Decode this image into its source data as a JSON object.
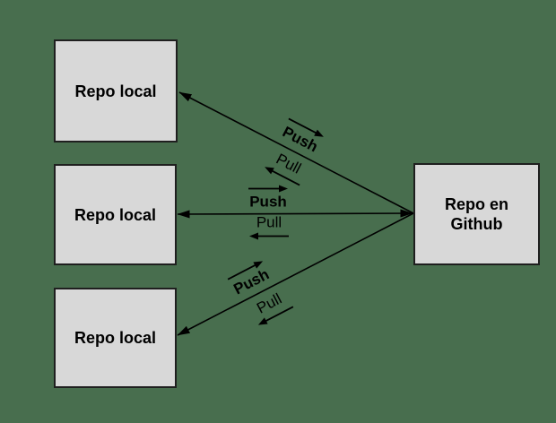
{
  "nodes": {
    "local_top": "Repo local",
    "local_middle": "Repo local",
    "local_bottom": "Repo local",
    "github": "Repo en Github"
  },
  "edge_labels": {
    "top_push": "Push",
    "top_pull": "Pull",
    "middle_push": "Push",
    "middle_pull": "Pull",
    "bottom_push": "Push",
    "bottom_pull": "Pull"
  },
  "colors": {
    "background": "#486e4e",
    "node_fill": "#d8d8d8",
    "node_border": "#1f1f1f",
    "connector": "#000000",
    "text": "#000000"
  }
}
